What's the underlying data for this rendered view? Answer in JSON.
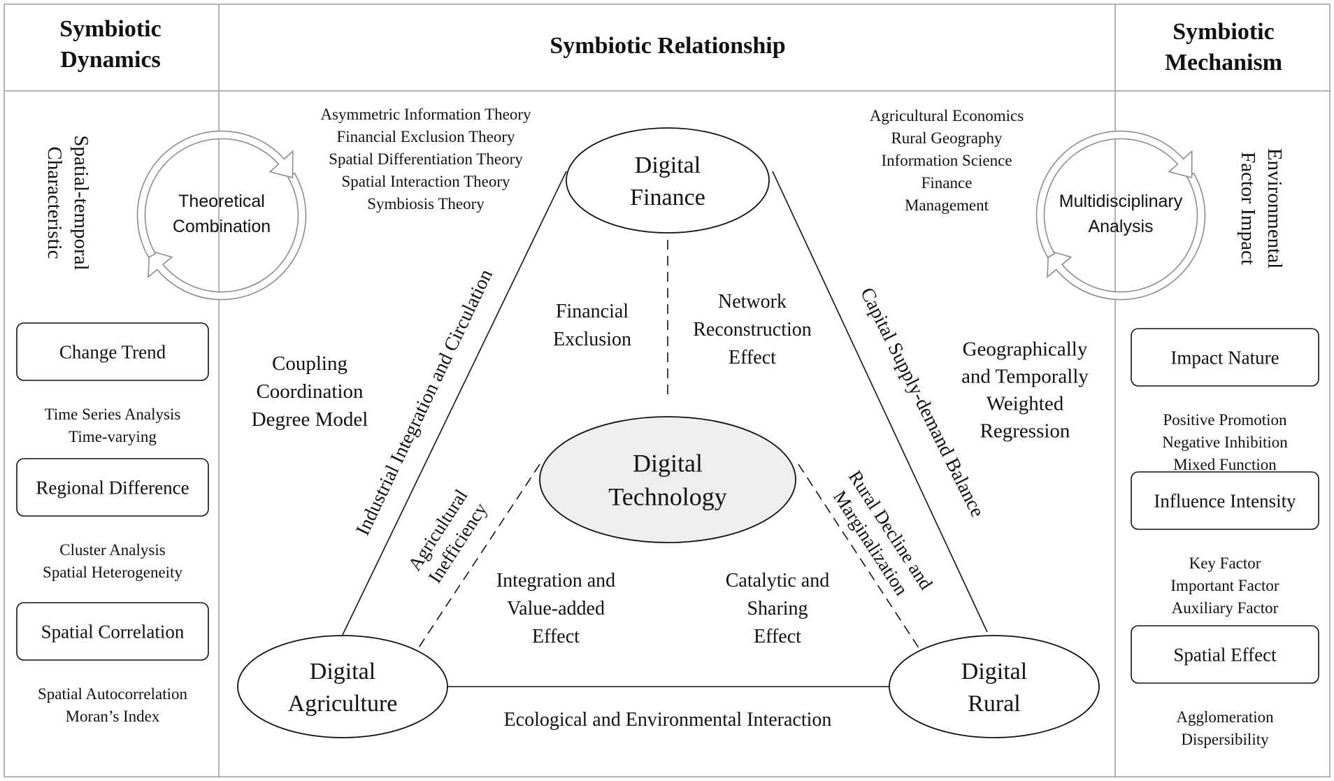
{
  "headers": {
    "left": [
      "Symbiotic",
      "Dynamics"
    ],
    "center": "Symbiotic Relationship",
    "right": [
      "Symbiotic",
      "Mechanism"
    ]
  },
  "left_panel": {
    "vertical_label": [
      "Spatial-temporal",
      "Characteristic"
    ],
    "cycle_label": [
      "Theoretical",
      "Combination"
    ],
    "boxes": [
      {
        "label": "Change Trend",
        "notes": [
          "Time Series Analysis",
          "Time-varying"
        ]
      },
      {
        "label": "Regional Difference",
        "notes": [
          "Cluster Analysis",
          "Spatial Heterogeneity"
        ]
      },
      {
        "label": "Spatial Correlation",
        "notes": [
          "Spatial Autocorrelation",
          "Moran’s Index"
        ]
      }
    ]
  },
  "right_panel": {
    "vertical_label": [
      "Environmental",
      "Factor Impact"
    ],
    "cycle_label": [
      "Multidisciplinary",
      "Analysis"
    ],
    "boxes": [
      {
        "label": "Impact Nature",
        "notes": [
          "Positive Promotion",
          "Negative Inhibition",
          "Mixed Function"
        ]
      },
      {
        "label": "Influence Intensity",
        "notes": [
          "Key Factor",
          "Important Factor",
          "Auxiliary Factor"
        ]
      },
      {
        "label": "Spatial Effect",
        "notes": [
          "Agglomeration",
          "Dispersibility"
        ]
      }
    ]
  },
  "center": {
    "theories": [
      "Asymmetric Information Theory",
      "Financial Exclusion Theory",
      "Spatial Differentiation Theory",
      "Spatial Interaction Theory",
      "Symbiosis Theory"
    ],
    "disciplines": [
      "Agricultural Economics",
      "Rural Geography",
      "Information Science",
      "Finance",
      "Management"
    ],
    "nodes": {
      "finance": [
        "Digital",
        "Finance"
      ],
      "technology": [
        "Digital",
        "Technology"
      ],
      "agriculture": [
        "Digital",
        "Agriculture"
      ],
      "rural": [
        "Digital",
        "Rural"
      ]
    },
    "edge_labels": {
      "left_side": "Industrial Integration and Circulation",
      "right_side": "Capital Supply-demand Balance",
      "bottom": "Ecological and Environmental Interaction",
      "agri_tech": [
        "Agricultural",
        "Inefficiency"
      ],
      "rural_tech": [
        "Rural Decline and",
        "Marginalization"
      ]
    },
    "inner_labels": {
      "financial_exclusion": [
        "Financial",
        "Exclusion"
      ],
      "network_effect": [
        "Network",
        "Reconstruction",
        "Effect"
      ],
      "integration_effect": [
        "Integration and",
        "Value-added",
        "Effect"
      ],
      "catalytic_effect": [
        "Catalytic and",
        "Sharing",
        "Effect"
      ],
      "coupling_model": [
        "Coupling",
        "Coordination",
        "Degree Model"
      ],
      "gtwr": [
        "Geographically",
        "and Temporally",
        "Weighted",
        "Regression"
      ]
    }
  },
  "colors": {
    "line": "#111111",
    "frame": "#9a9a9a",
    "arrow": "#8c8c8c",
    "node_fill": "#ffffff",
    "center_fill": "#eeeeee"
  }
}
